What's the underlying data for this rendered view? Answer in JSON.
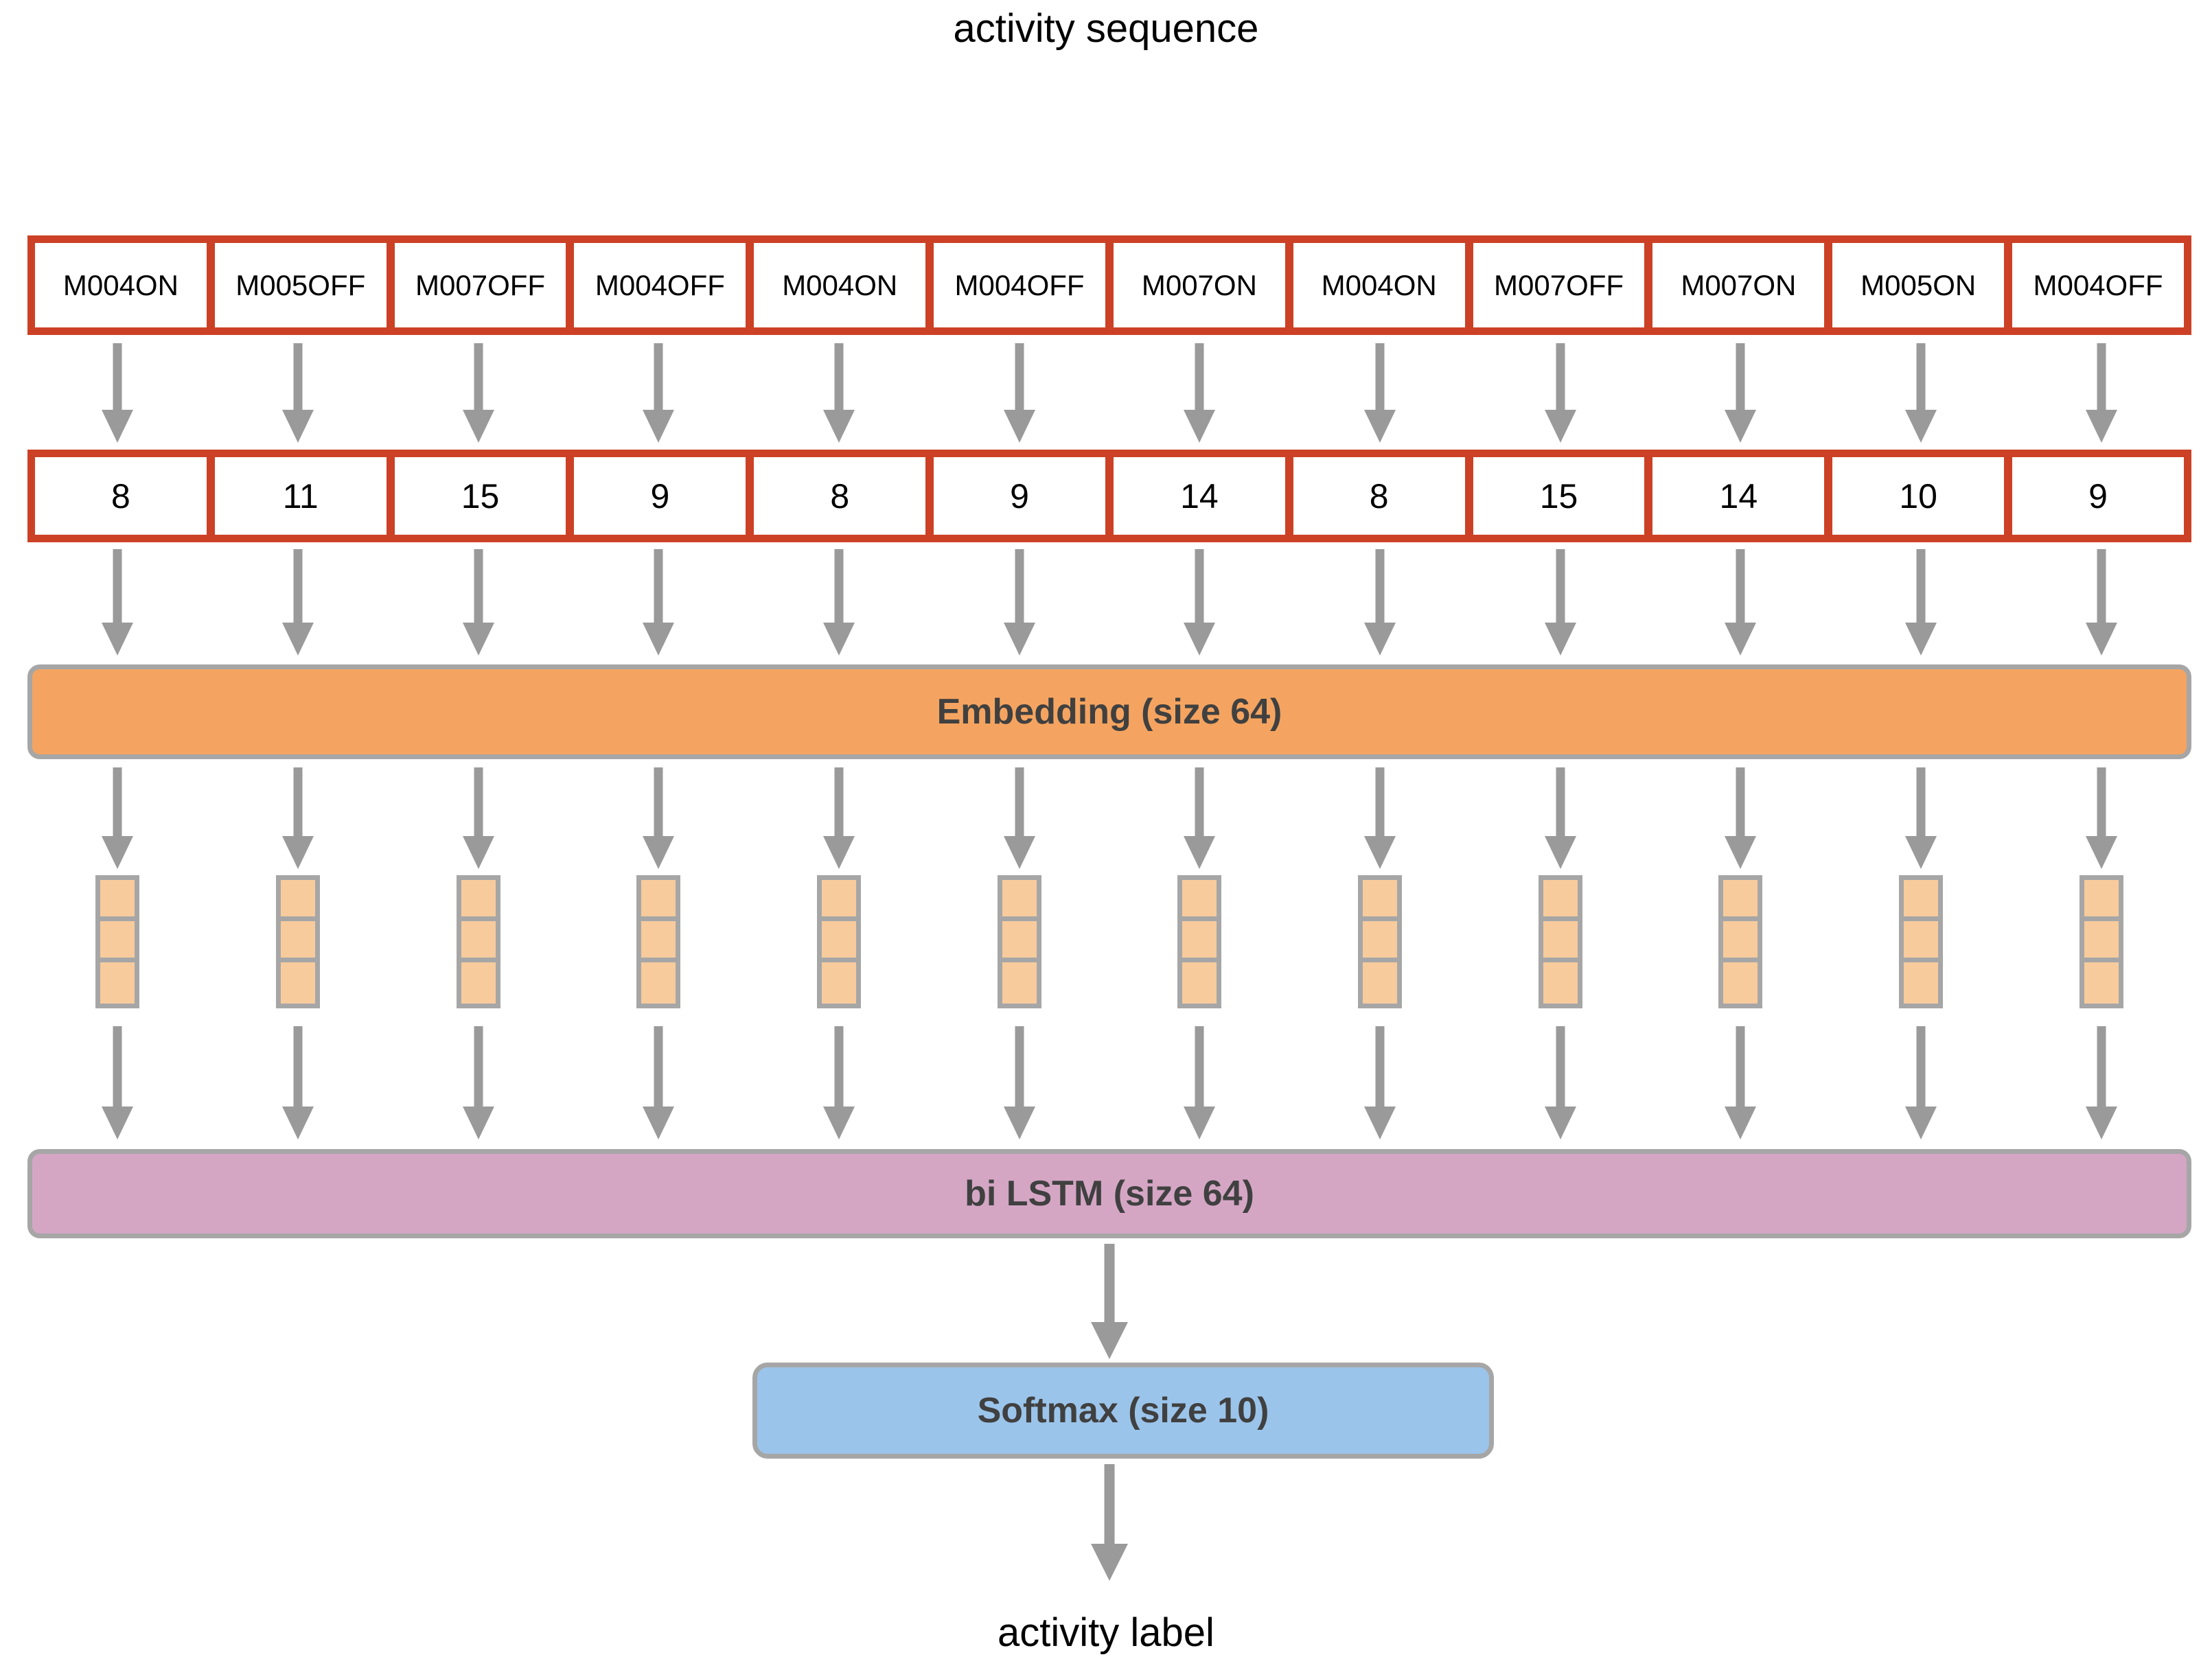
{
  "diagram": {
    "top_title": "activity sequence",
    "bottom_title": "activity label"
  },
  "sequence": {
    "activities": [
      "M004ON",
      "M005OFF",
      "M007OFF",
      "M004OFF",
      "M004ON",
      "M004OFF",
      "M007ON",
      "M004ON",
      "M007OFF",
      "M007ON",
      "M005ON",
      "M004OFF"
    ],
    "token_ids": [
      "8",
      "11",
      "15",
      "9",
      "8",
      "9",
      "14",
      "8",
      "15",
      "14",
      "10",
      "9"
    ]
  },
  "layers": {
    "embedding_label": "Embedding (size 64)",
    "bilstm_label": "bi LSTM (size 64)",
    "softmax_label": "Softmax (size 10)"
  },
  "vector_cells_per_stack": 3,
  "colors": {
    "token_border": "#CC4125",
    "embedding_fill": "#F4A460",
    "bilstm_fill": "#D4A6C4",
    "softmax_fill": "#9BC4EA",
    "vector_cell_fill": "#F8CB9C",
    "arrow": "#9A9A9A",
    "shape_border": "#A6A6A6",
    "layer_text": "#404040"
  }
}
